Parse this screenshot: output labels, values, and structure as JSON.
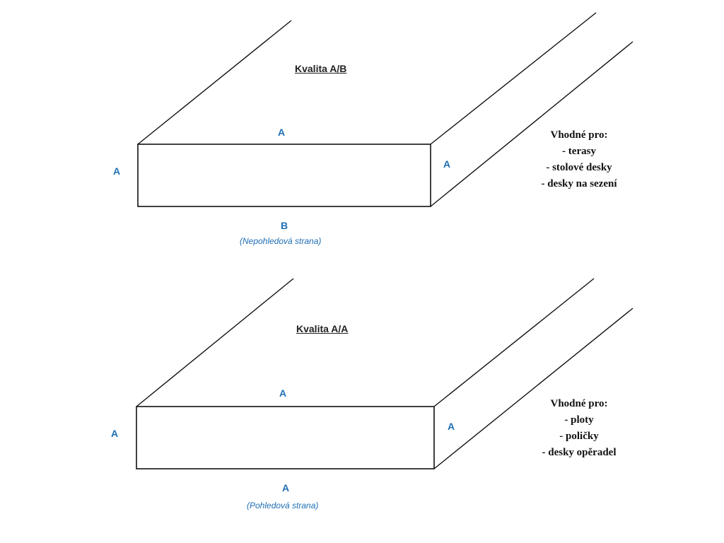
{
  "panels": [
    {
      "title": "Kvalita A/B",
      "top_label": "A",
      "left_label": "A",
      "right_label": "A",
      "bottom_label": "B",
      "bottom_note": "(Nepohledová strana)",
      "usage": {
        "heading": "Vhodné pro:",
        "items": [
          "- terasy",
          "- stolové desky",
          "- desky na sezení"
        ]
      }
    },
    {
      "title": "Kvalita A/A",
      "top_label": "A",
      "left_label": "A",
      "right_label": "A",
      "bottom_label": "A",
      "bottom_note": "(Pohledová strana)",
      "usage": {
        "heading": "Vhodné pro:",
        "items": [
          "- ploty",
          "- poličky",
          "- desky opěradel"
        ]
      }
    }
  ],
  "colors": {
    "label_blue": "#1f6fb5",
    "line": "#111111"
  }
}
